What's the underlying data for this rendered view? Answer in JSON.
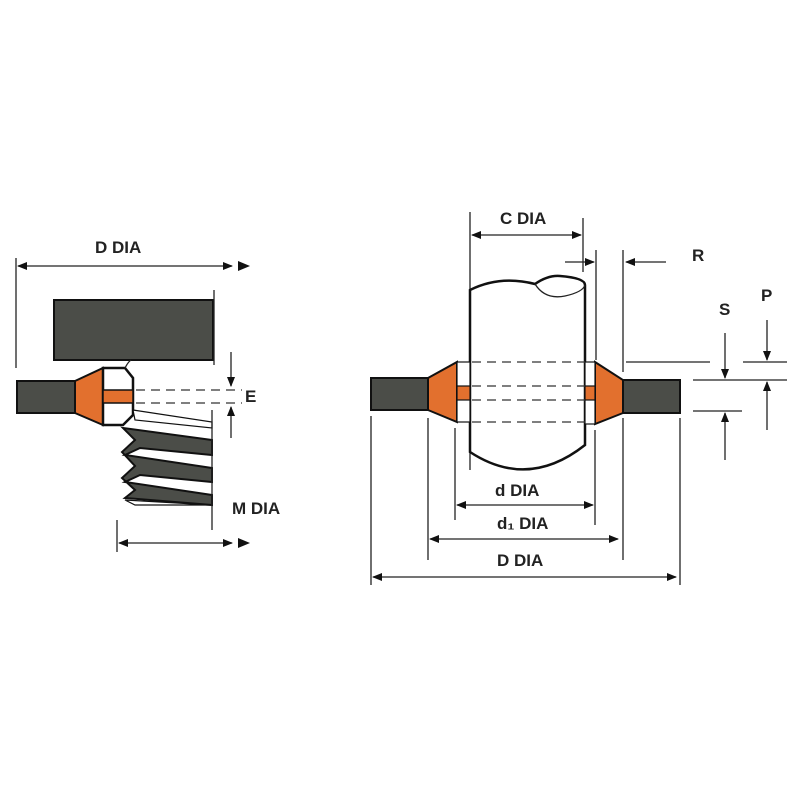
{
  "colors": {
    "dark_metal": "#4b4d48",
    "orange_part": "#e2702e"
  },
  "left_diagram": {
    "d_dia": "D  DIA",
    "e": "E",
    "m_dia": "M  DIA"
  },
  "right_diagram": {
    "c_dia": "C  DIA",
    "r": "R",
    "s": "S",
    "p": "P",
    "d_dia": "d  DIA",
    "d1_dia": "d₁ DIA",
    "big_d_dia": "D  DIA"
  }
}
